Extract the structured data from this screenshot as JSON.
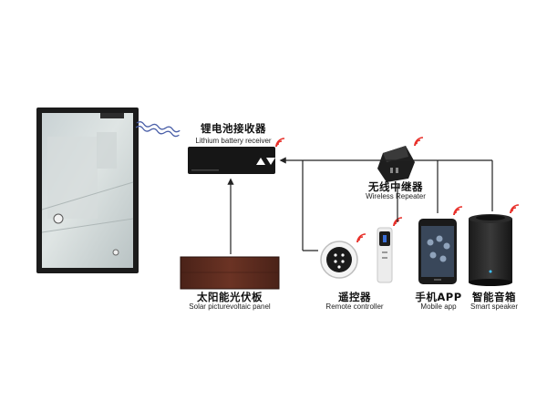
{
  "receiver": {
    "zh": "锂电池接收器",
    "en": "Lithium battery receiver"
  },
  "repeater": {
    "zh": "无线中继器",
    "en": "Wireless Repeater"
  },
  "solar": {
    "zh": "太阳能光伏板",
    "en": "Solar picturevoltaic panel"
  },
  "remote": {
    "zh": "遥控器",
    "en": "Remote controller"
  },
  "mobile": {
    "zh": "手机APP",
    "en": "Mobile app"
  },
  "speaker": {
    "zh": "智能音箱",
    "en": "Smart speaker"
  },
  "colors": {
    "accent": "#e8302a",
    "line": "#222222",
    "frame": "#1b1b1b",
    "panel": "#5a2a1e"
  }
}
